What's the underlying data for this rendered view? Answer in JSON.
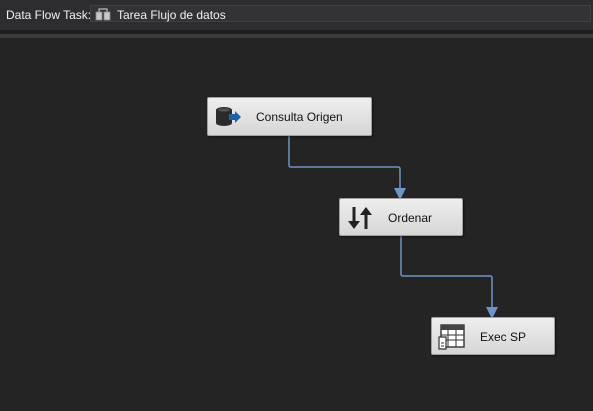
{
  "header": {
    "label": "Data Flow Task:",
    "selected_task": "Tarea Flujo de datos",
    "task_icon": "package-icon"
  },
  "components": [
    {
      "label": "Consulta Origen",
      "icon": "database-source-icon"
    },
    {
      "label": "Ordenar",
      "icon": "sort-icon"
    },
    {
      "label": "Exec SP",
      "icon": "grid-command-icon"
    }
  ],
  "colors": {
    "canvas": "#242424",
    "connector": "#6f94c8",
    "node_fill": "#e4e4e4"
  }
}
